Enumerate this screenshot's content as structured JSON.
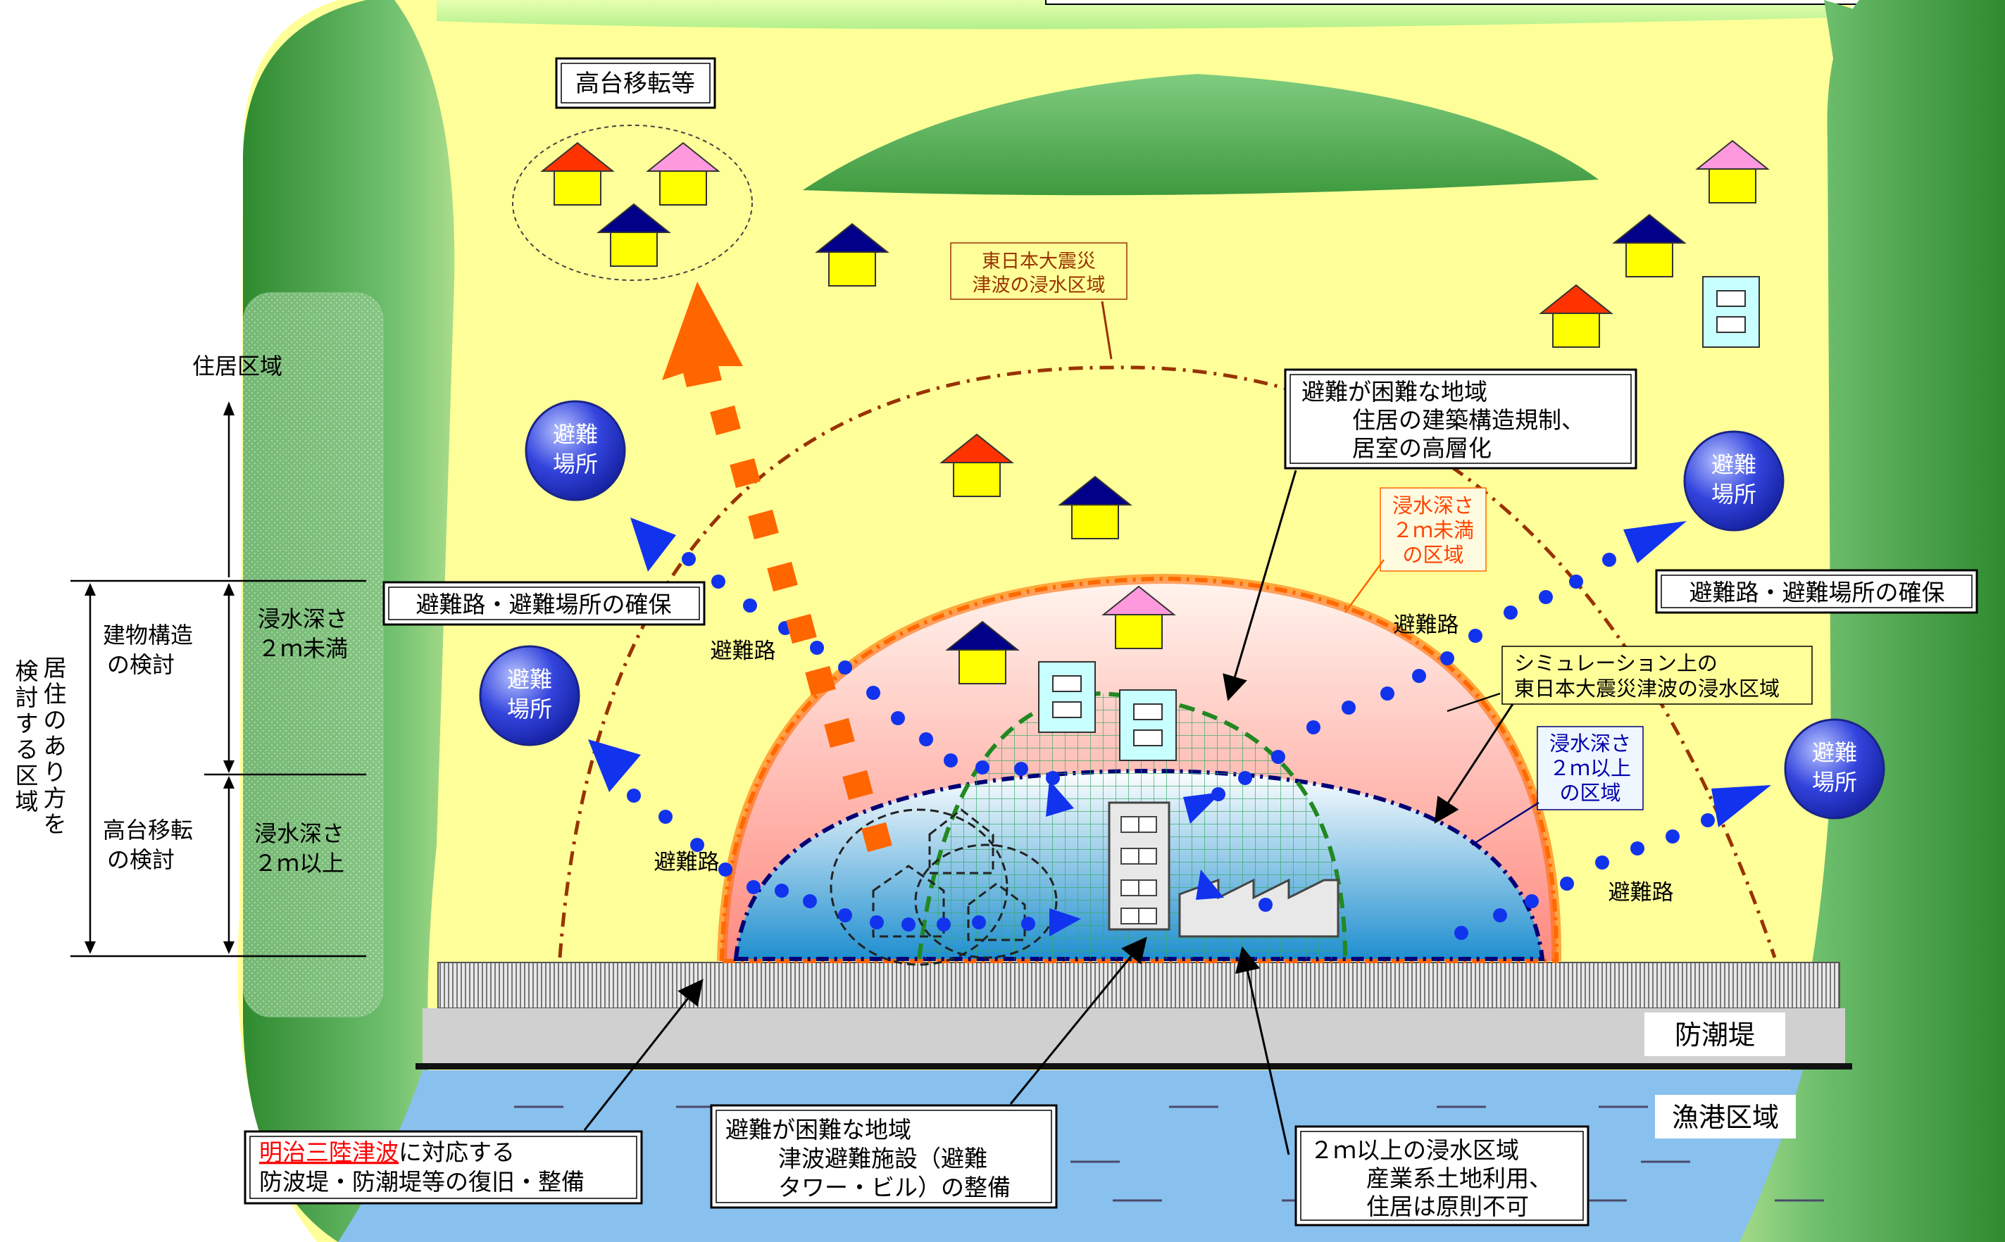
{
  "labels": {
    "relocation_box": "高台移転等",
    "higashi_line_1": "東日本大震災",
    "higashi_line_2": "津波の浸水区域",
    "hard_area_title": "避難が困難な地域",
    "hard_area_line2": "住居の建築構造規制、",
    "hard_area_line3": "居室の高層化",
    "under2m_1": "浸水深さ",
    "under2m_2": "２ｍ未満",
    "under2m_3": "の区域",
    "over2m_1": "浸水深さ",
    "over2m_2": "２ｍ以上",
    "over2m_3": "の区域",
    "route_secure": "避難路・避難場所の確保",
    "route": "避難路",
    "shelter_1": "避難",
    "shelter_2": "場所",
    "sim_line1": "シミュレーション上の",
    "sim_line2": "東日本大震災津波の浸水区域",
    "seawall": "防潮堤",
    "fishing_port": "漁港区域",
    "meiji_red": "明治三陸津波",
    "meiji_rest": "に対応する",
    "meiji_line2": "防波堤・防潮堤等の復旧・整備",
    "tower_title": "避難が困難な地域",
    "tower_line2": "津波避難施設（避難",
    "tower_line3": "タワー・ビル）の整備",
    "over2m_box_title": "２ｍ以上の浸水区域",
    "over2m_box_line2": "産業系土地利用、",
    "over2m_box_line3": "住居は原則不可"
  },
  "left_scale": {
    "residential": "住居区域",
    "structure_1": "建物構造",
    "structure_2": "の検討",
    "depth_under_1": "浸水深さ",
    "depth_under_2": "２ｍ未満",
    "relocation_1": "高台移転",
    "relocation_2": "の検討",
    "depth_over_1": "浸水深さ",
    "depth_over_2": "２ｍ以上",
    "vertical_label_col1": [
      "居",
      "住",
      "の",
      "あ",
      "り",
      "方",
      "を"
    ],
    "vertical_label_col2": [
      "検",
      "討",
      "す",
      "る",
      "区",
      "域"
    ]
  },
  "colors": {
    "land": "#ffff99",
    "hill": "#55aa55",
    "sea": "#88c0ee",
    "shelter": "#2233cc",
    "route_dots": "#1133ee",
    "relocation_arrow": "#ff6600",
    "higashi_line": "#993300",
    "under2m_line": "#ff6600",
    "over2m_line": "#000077",
    "red_text": "#ff0000"
  }
}
